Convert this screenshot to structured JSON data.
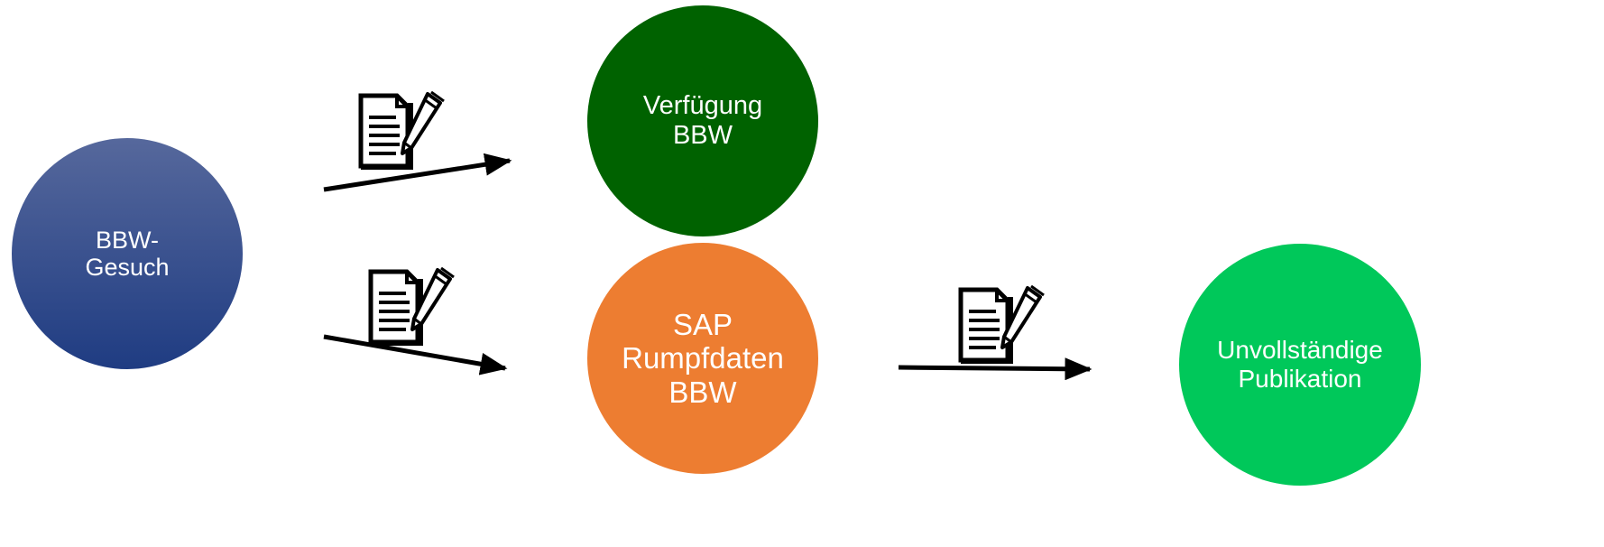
{
  "nodes": {
    "gesuch": {
      "lines": [
        "BBW-",
        "Gesuch"
      ],
      "color_top": "#56689c",
      "color_bottom": "#1f3c82"
    },
    "verfuegung": {
      "lines": [
        "Verfügung",
        "BBW"
      ],
      "color": "#006200"
    },
    "rumpfdaten": {
      "lines": [
        "SAP",
        "Rumpfdaten",
        "BBW"
      ],
      "color": "#ed7d31"
    },
    "publikation": {
      "lines": [
        "Unvollständige",
        "Publikation"
      ],
      "color": "#00c85a"
    }
  },
  "edges": [
    {
      "from": "gesuch",
      "to": "verfuegung",
      "icon": "document-edit-icon"
    },
    {
      "from": "gesuch",
      "to": "rumpfdaten",
      "icon": "document-edit-icon"
    },
    {
      "from": "rumpfdaten",
      "to": "publikation",
      "icon": "document-edit-icon"
    }
  ],
  "arrow_color": "#000000"
}
